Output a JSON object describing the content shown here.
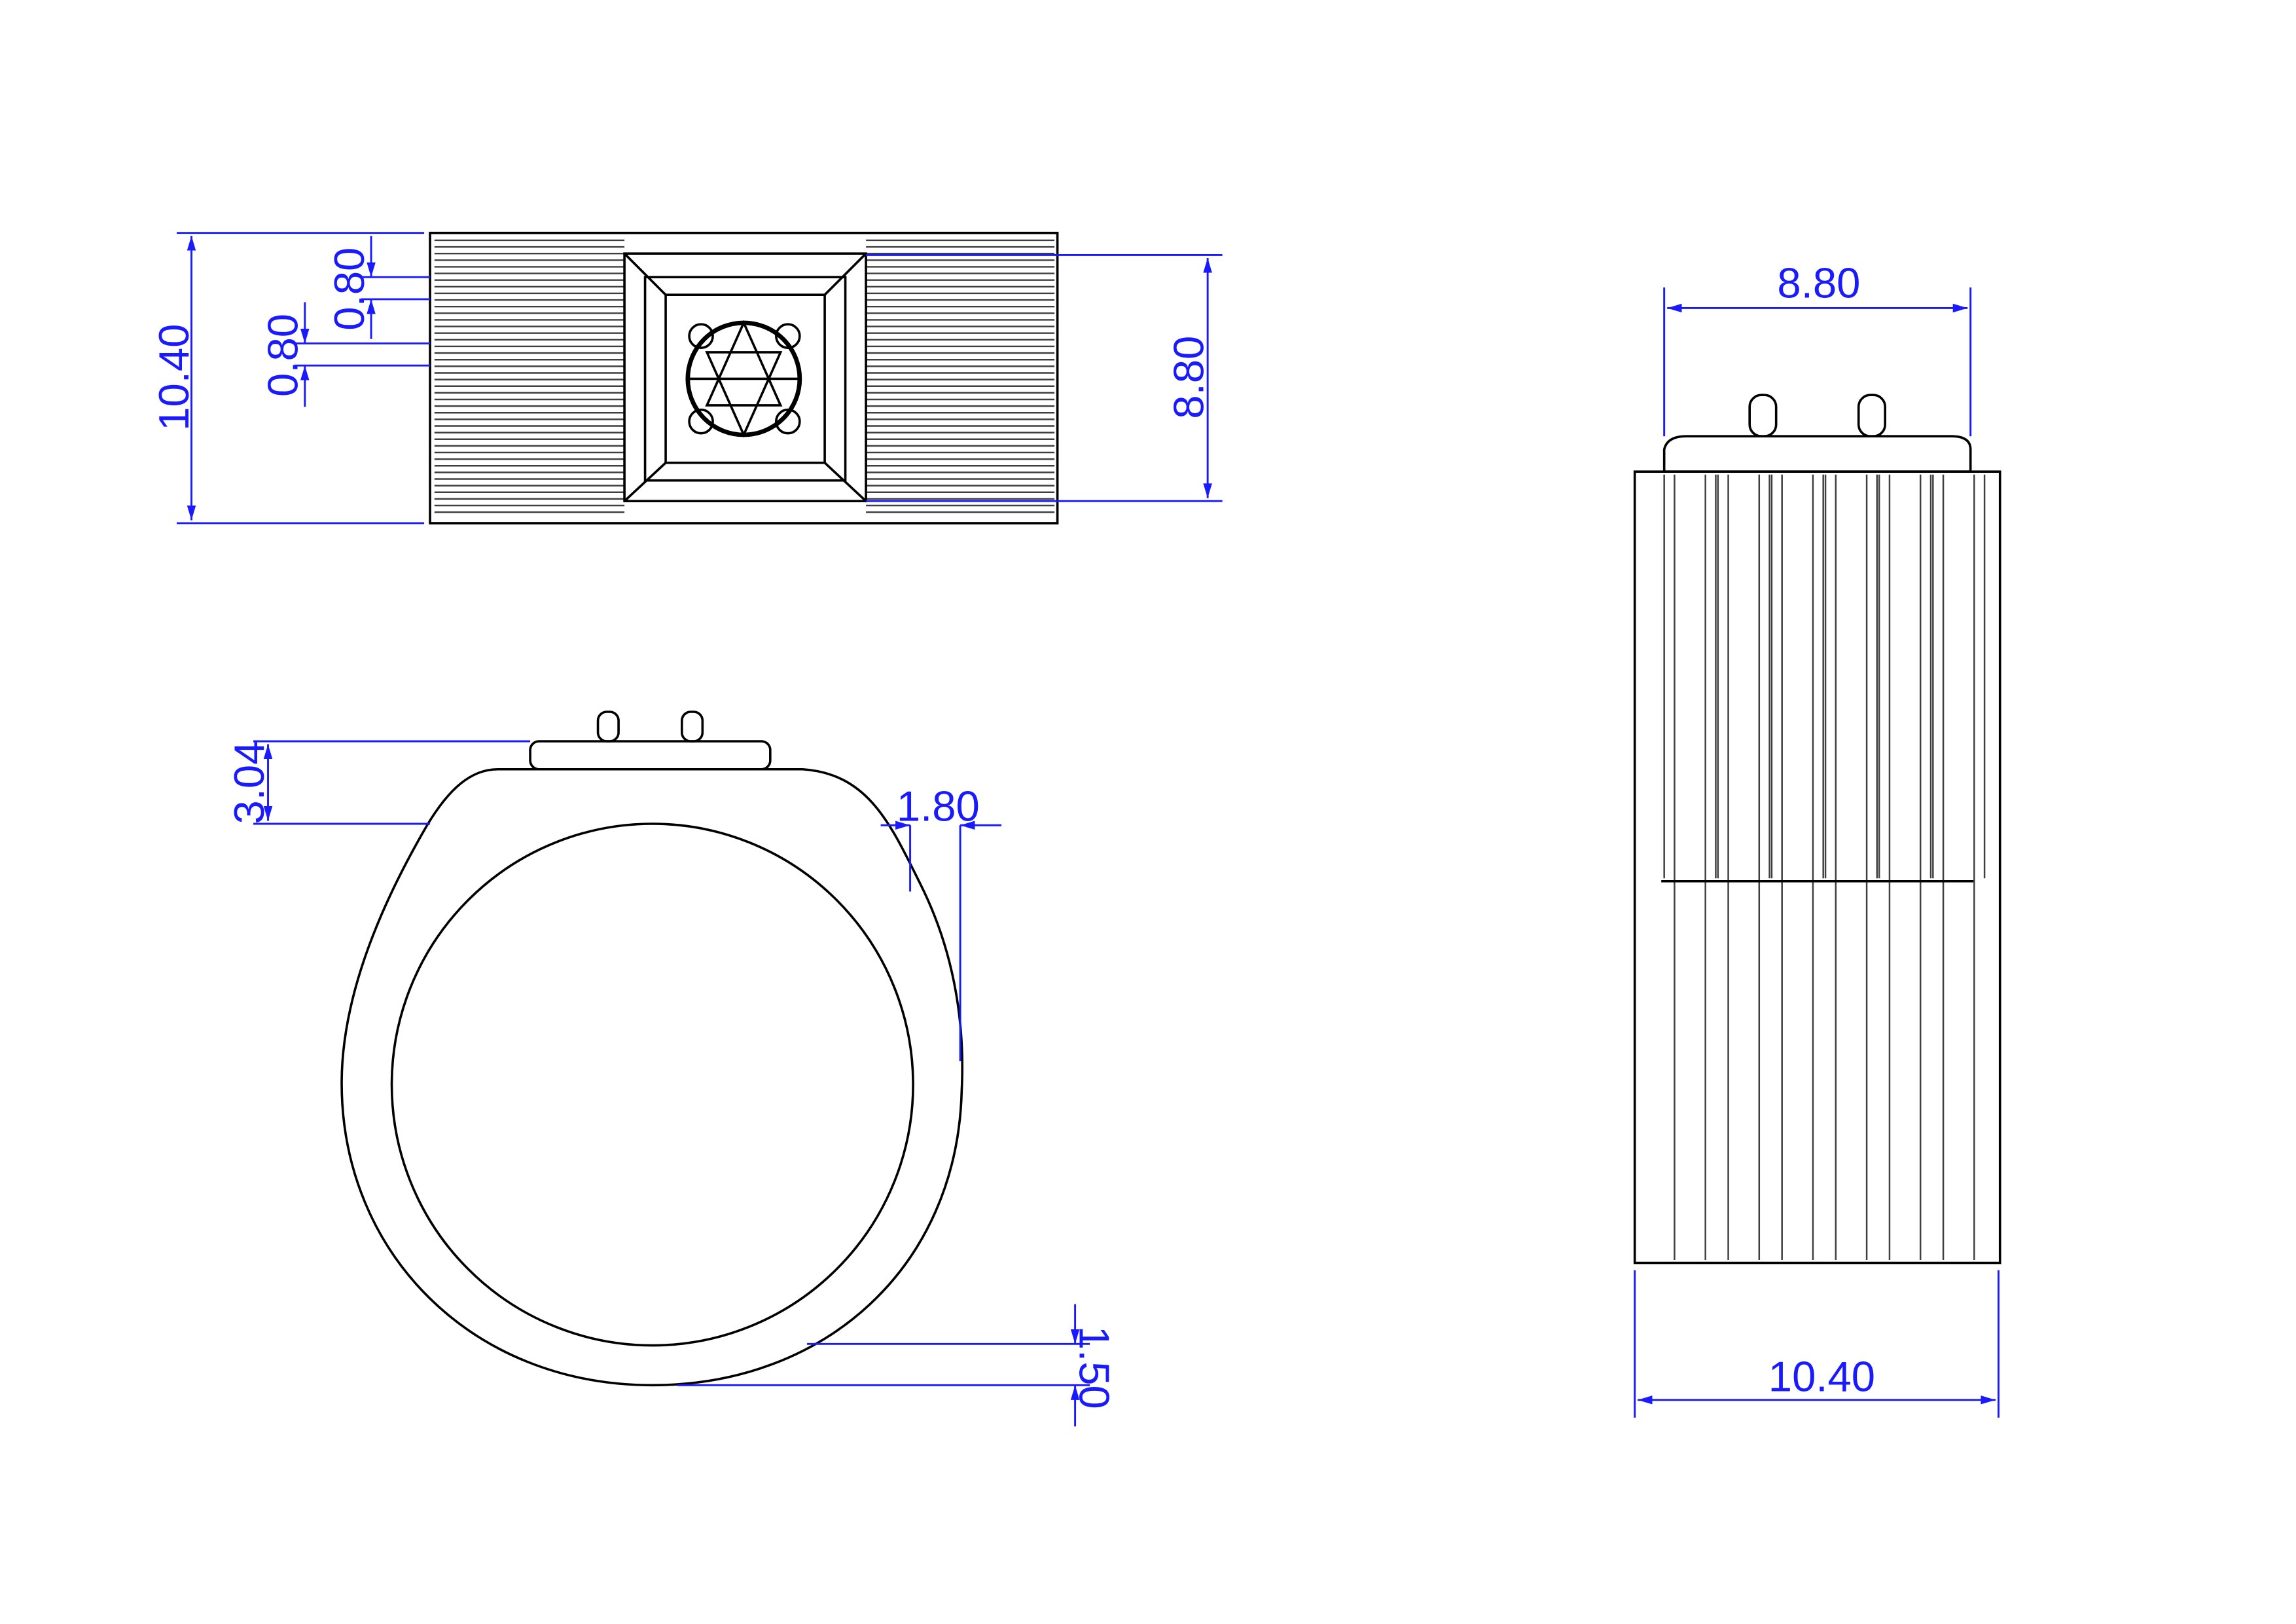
{
  "top_view": {
    "overall_width_label": "10.40",
    "groove_upper_label": "0.80",
    "groove_lower_label": "0.80",
    "bezel_height_label": "8.80"
  },
  "front_view": {
    "head_height_label": "3.04",
    "shoulder_thickness_label": "1.80",
    "band_thickness_label": "1.50"
  },
  "side_view": {
    "head_width_label": "8.80",
    "band_width_label": "10.40"
  },
  "colors": {
    "dimension": "#1a1aff",
    "outline": "#000000"
  }
}
